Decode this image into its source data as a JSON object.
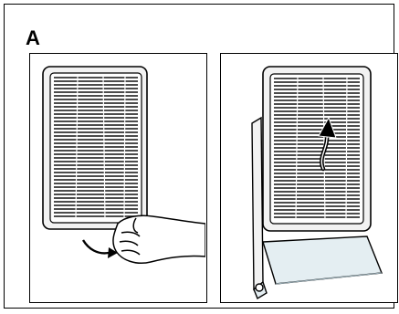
{
  "figure": {
    "label": "A",
    "panels": [
      {
        "name": "panel-pull-filter-out",
        "icon": "hand-pull-arrow-icon"
      },
      {
        "name": "panel-lift-filter-up",
        "icon": "up-arrow-icon"
      }
    ]
  },
  "colors": {
    "ink": "#000000",
    "frame": "#f2f2f2",
    "tray": "#e4eef2"
  }
}
